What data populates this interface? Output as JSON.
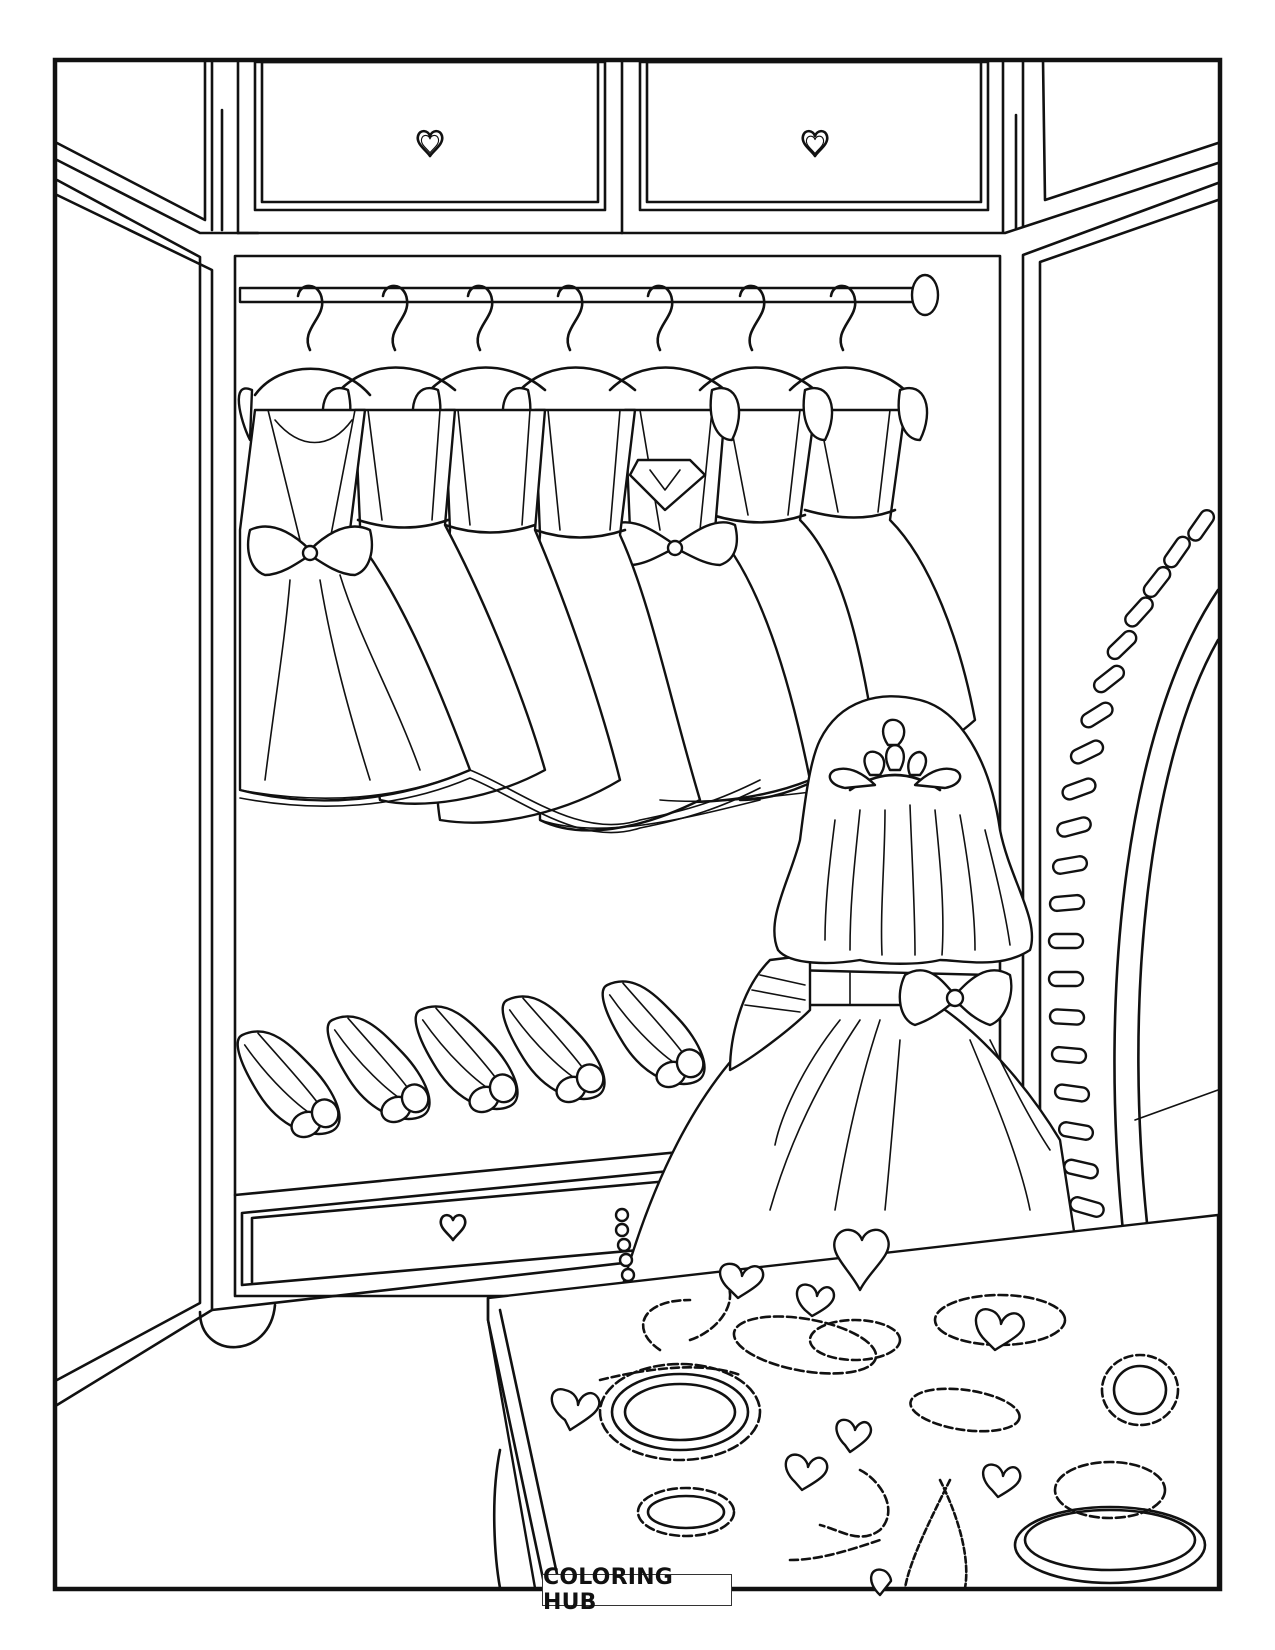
{
  "page": {
    "type": "coloring page",
    "subject": "girl in front of an open wardrobe with dresses, shoes, mirror and jewelry table"
  },
  "logo": {
    "text": "COLORING HUB"
  },
  "colors": {
    "line": "#111111",
    "background": "#ffffff"
  },
  "scene": {
    "top_drawers": [
      {
        "name": "left-top-drawer",
        "knob": "heart-icon"
      },
      {
        "name": "right-top-drawer",
        "knob": "heart-icon"
      }
    ],
    "hangers_count": 7,
    "dresses_count": 7,
    "shoes_count": 5,
    "bottom_drawer": {
      "knob": "heart-icon"
    },
    "girl": {
      "accessory": "tiara",
      "dress_bow": true
    },
    "mirror": {
      "frame": "scalloped oval"
    },
    "table_items": [
      "bracelets",
      "necklaces",
      "heart pendants",
      "beads"
    ]
  }
}
